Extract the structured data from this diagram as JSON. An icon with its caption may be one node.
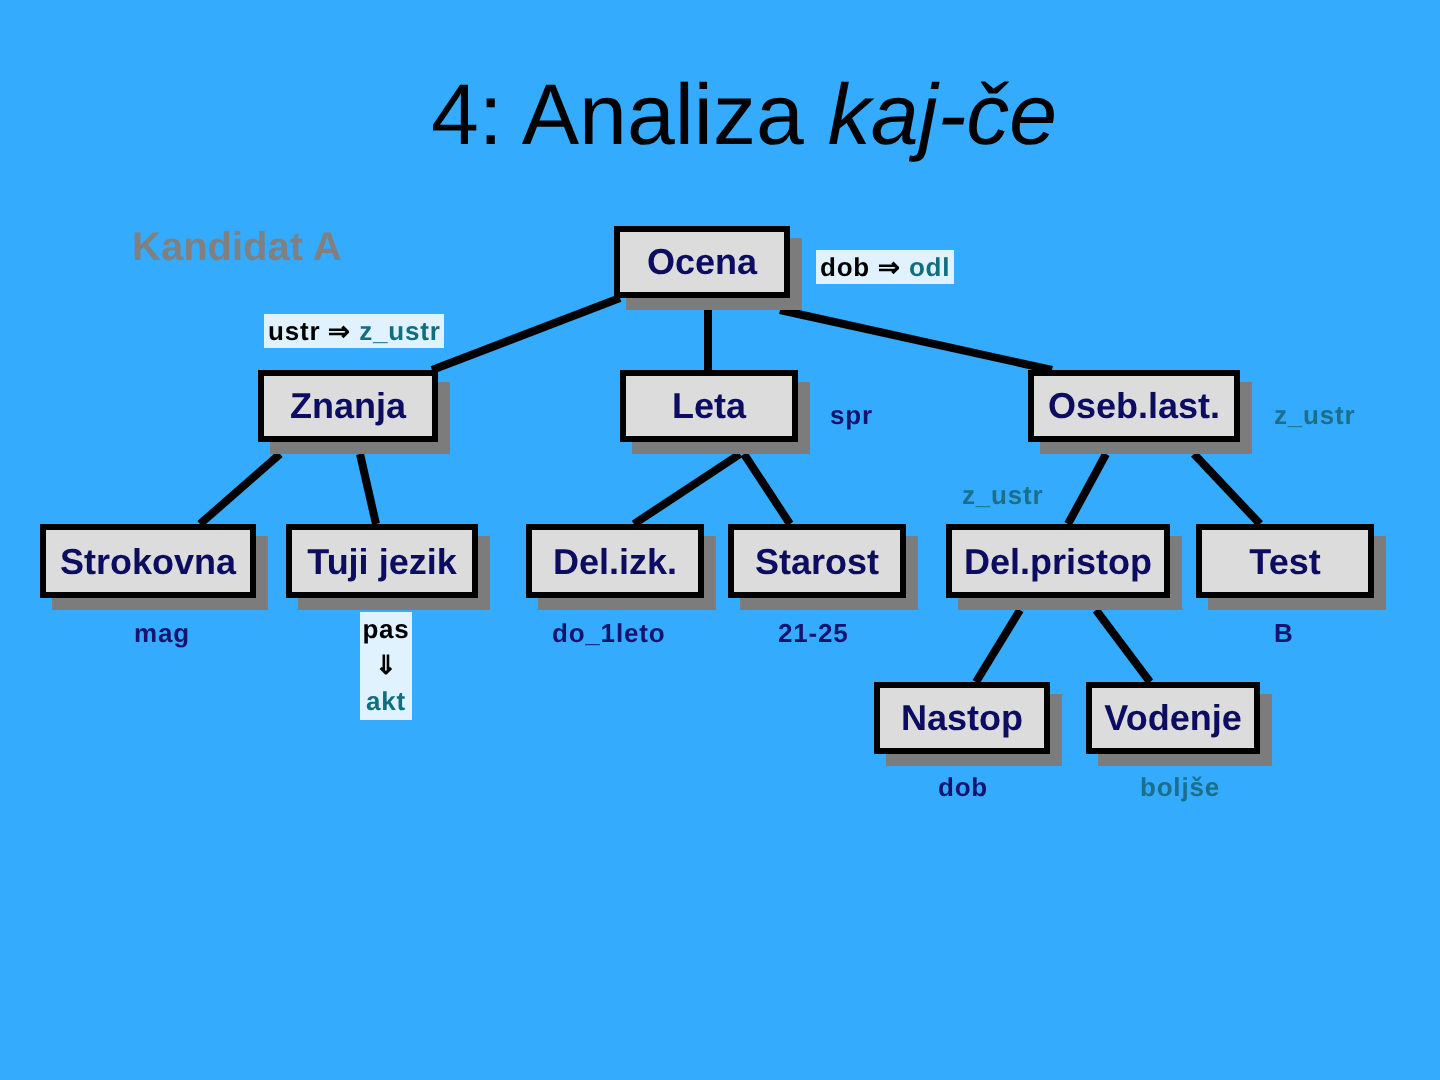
{
  "diagram": {
    "title": "4: Analiza *kaj-če*",
    "nodes": [
      {
        "text": [
          "Ocena"
        ],
        "beside": [
          "dob ⇒ odl"
        ]
      },
      {
        "text": [
          "Znanja"
        ],
        "beside": [
          "ustr ⇒ z_ustr"
        ]
      },
      {
        "text": [
          "Leta"
        ],
        "beside": [
          "spr"
        ]
      },
      {
        "text": [
          "Oseb.last."
        ],
        "beside": [
          "z_ustr"
        ]
      },
      {
        "text": [
          "Strokovna"
        ],
        "beside": [
          "mag"
        ]
      },
      {
        "text": [
          "Tuji jezik"
        ],
        "beside": [
          "pas ⇓ akt"
        ]
      },
      {
        "text": [
          "Del.izk."
        ],
        "beside": [
          "do_1leto"
        ]
      },
      {
        "text": [
          "Starost"
        ],
        "beside": [
          "21-25"
        ]
      },
      {
        "text": [
          "Del.pristop"
        ],
        "beside": [
          "z_ustr"
        ]
      },
      {
        "text": [
          "Test"
        ],
        "beside": [
          "B"
        ]
      },
      {
        "text": [
          "Nastop"
        ],
        "beside": [
          "dob"
        ]
      },
      {
        "text": [
          "Vodenje"
        ],
        "beside": [
          "boljše"
        ]
      }
    ],
    "edges": [
      {
        "from": 0,
        "to": 1,
        "arrow": "none"
      },
      {
        "from": 0,
        "to": 2,
        "arrow": "none"
      },
      {
        "from": 0,
        "to": 3,
        "arrow": "none"
      },
      {
        "from": 1,
        "to": 4,
        "arrow": "none"
      },
      {
        "from": 1,
        "to": 5,
        "arrow": "none"
      },
      {
        "from": 2,
        "to": 6,
        "arrow": "none"
      },
      {
        "from": 2,
        "to": 7,
        "arrow": "none"
      },
      {
        "from": 3,
        "to": 8,
        "arrow": "none"
      },
      {
        "from": 3,
        "to": 9,
        "arrow": "none"
      },
      {
        "from": 8,
        "to": 10,
        "arrow": "none"
      },
      {
        "from": 8,
        "to": 11,
        "arrow": "none"
      }
    ],
    "labels": [
      "Kandidat A"
    ]
  }
}
